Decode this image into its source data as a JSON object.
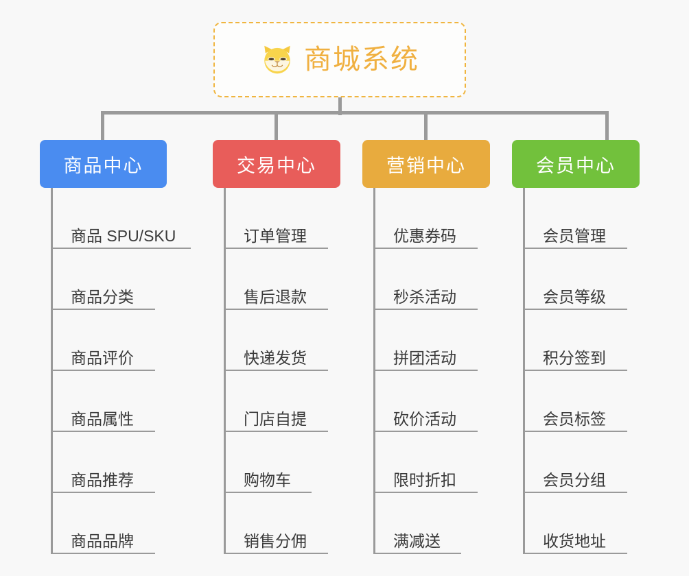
{
  "page": {
    "background_color": "#f8f8f8",
    "type": "mind-map"
  },
  "root": {
    "title": "商城系统",
    "icon": "shiba-dog-face-icon",
    "text_color": "#f0b040",
    "border_color": "#f0b53f",
    "border_style": "dashed"
  },
  "branches": [
    {
      "label": "商品中心",
      "color": "#4a8cf0",
      "items": [
        "商品 SPU/SKU",
        "商品分类",
        "商品评价",
        "商品属性",
        "商品推荐",
        "商品品牌"
      ]
    },
    {
      "label": "交易中心",
      "color": "#e85d5a",
      "items": [
        "订单管理",
        "售后退款",
        "快递发货",
        "门店自提",
        "购物车",
        "销售分佣"
      ]
    },
    {
      "label": "营销中心",
      "color": "#e8ab3e",
      "items": [
        "优惠券码",
        "秒杀活动",
        "拼团活动",
        "砍价活动",
        "限时折扣",
        "满减送"
      ]
    },
    {
      "label": "会员中心",
      "color": "#72c13c",
      "items": [
        "会员管理",
        "会员等级",
        "积分签到",
        "会员标签",
        "会员分组",
        "收货地址"
      ]
    }
  ],
  "connectors": {
    "color": "#9a9a9a"
  }
}
